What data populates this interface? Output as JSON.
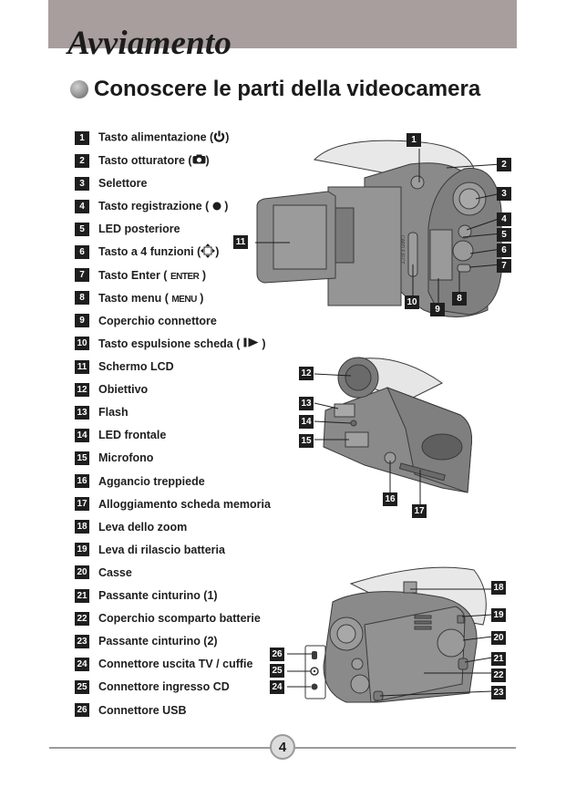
{
  "header": {
    "chapter_title": "Avviamento",
    "band_color": "#a89e9d"
  },
  "section": {
    "title": "Conoscere le parti della videocamera"
  },
  "parts": [
    {
      "num": "1",
      "label": "Tasto alimentazione (",
      "symbol": "power-icon",
      "suffix": ")"
    },
    {
      "num": "2",
      "label": "Tasto otturatore (",
      "symbol": "camera-icon",
      "suffix": ")"
    },
    {
      "num": "3",
      "label": "Selettore",
      "symbol": "",
      "suffix": ""
    },
    {
      "num": "4",
      "label": "Tasto registrazione ( ",
      "symbol": "record-dot-icon",
      "suffix": " )"
    },
    {
      "num": "5",
      "label": "LED posteriore",
      "symbol": "",
      "suffix": ""
    },
    {
      "num": "6",
      "label": "Tasto a 4 funzioni (",
      "symbol": "four-way-arrows-icon",
      "suffix": ")"
    },
    {
      "num": "7",
      "label": "Tasto Enter ( ",
      "symbol_text": "ENTER",
      "suffix": " )"
    },
    {
      "num": "8",
      "label": "Tasto menu ( ",
      "symbol_text": "MENU",
      "suffix": " )"
    },
    {
      "num": "9",
      "label": "Coperchio connettore",
      "symbol": "",
      "suffix": ""
    },
    {
      "num": "10",
      "label": "Tasto espulsione scheda ( ",
      "symbol": "card-eject-icon",
      "suffix": " )"
    },
    {
      "num": "11",
      "label": "Schermo LCD",
      "symbol": "",
      "suffix": ""
    },
    {
      "num": "12",
      "label": "Obiettivo",
      "symbol": "",
      "suffix": ""
    },
    {
      "num": "13",
      "label": "Flash",
      "symbol": "",
      "suffix": ""
    },
    {
      "num": "14",
      "label": "LED frontale",
      "symbol": "",
      "suffix": ""
    },
    {
      "num": "15",
      "label": "Microfono",
      "symbol": "",
      "suffix": ""
    },
    {
      "num": "16",
      "label": "Aggancio treppiede",
      "symbol": "",
      "suffix": ""
    },
    {
      "num": "17",
      "label": "Alloggiamento scheda memoria",
      "symbol": "",
      "suffix": ""
    },
    {
      "num": "18",
      "label": "Leva dello zoom",
      "symbol": "",
      "suffix": ""
    },
    {
      "num": "19",
      "label": "Leva di rilascio batteria",
      "symbol": "",
      "suffix": ""
    },
    {
      "num": "20",
      "label": "Casse",
      "symbol": "",
      "suffix": ""
    },
    {
      "num": "21",
      "label": "Passante cinturino (1)",
      "symbol": "",
      "suffix": ""
    },
    {
      "num": "22",
      "label": "Coperchio scomparto batterie",
      "symbol": "",
      "suffix": ""
    },
    {
      "num": "23",
      "label": "Passante cinturino (2)",
      "symbol": "",
      "suffix": ""
    },
    {
      "num": "24",
      "label": "Connettore uscita TV / cuffie",
      "symbol": "",
      "suffix": ""
    },
    {
      "num": "25",
      "label": "Connettore ingresso CD",
      "symbol": "",
      "suffix": ""
    },
    {
      "num": "26",
      "label": "Connettore USB",
      "symbol": "",
      "suffix": ""
    }
  ],
  "figures": {
    "rear_view": {
      "callouts": [
        "1",
        "2",
        "3",
        "4",
        "5",
        "6",
        "7",
        "8",
        "9",
        "10",
        "11"
      ],
      "card_eject_text": "CARD EJECT"
    },
    "front_view": {
      "callouts": [
        "12",
        "13",
        "14",
        "15",
        "16",
        "17"
      ]
    },
    "side_view": {
      "callouts": [
        "18",
        "19",
        "20",
        "21",
        "22",
        "23",
        "24",
        "25",
        "26"
      ]
    }
  },
  "footer": {
    "page_number": "4"
  }
}
